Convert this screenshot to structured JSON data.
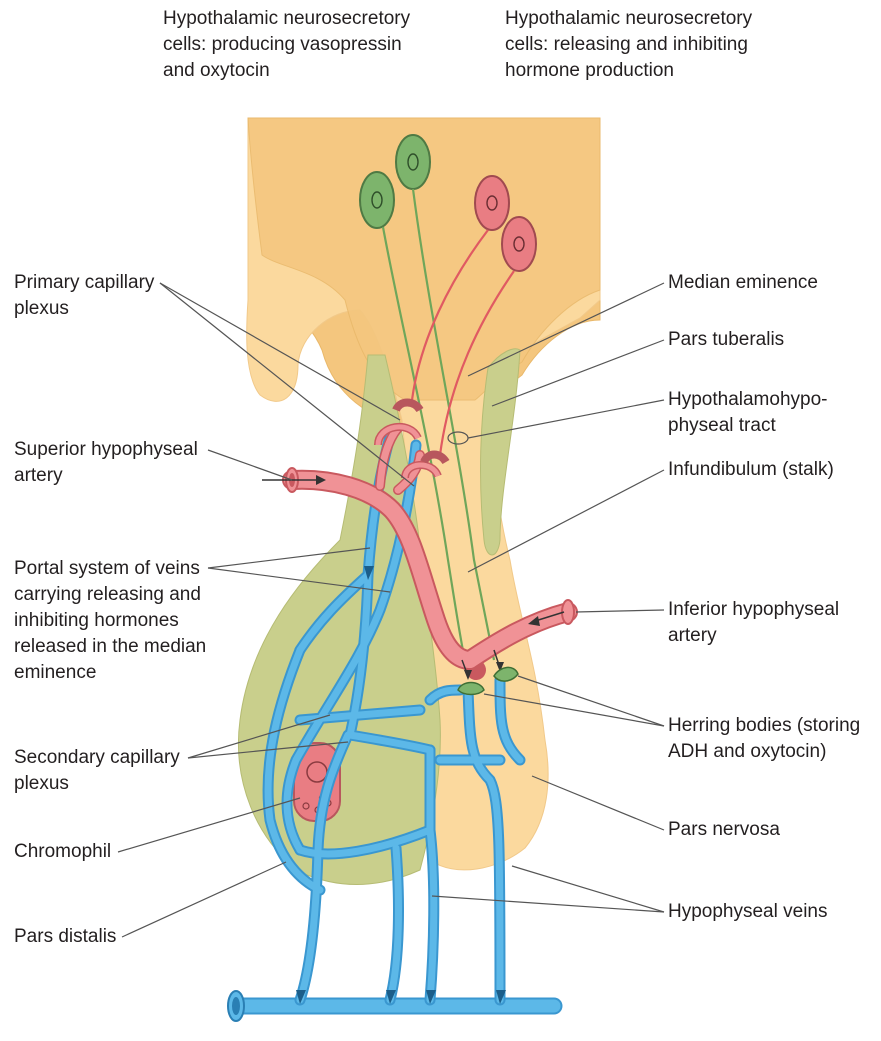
{
  "labels": {
    "vaso_cells": "Hypothalamic neurosecretory\ncells: producing vasopressin\nand oxytocin",
    "rh_cells": "Hypothalamic neurosecretory\ncells: releasing and inhibiting\nhormone production",
    "primary_plexus": "Primary capillary\nplexus",
    "superior_artery": "Superior hypophyseal\nartery",
    "portal_veins": "Portal system of veins\ncarrying releasing and\ninhibiting hormones\nreleased in the median\neminence",
    "secondary_plexus": "Secondary capillary\nplexus",
    "chromophil": "Chromophil",
    "pars_distalis": "Pars distalis",
    "median_eminence": "Median eminence",
    "pars_tuberalis": "Pars tuberalis",
    "hypothalamo_tract": "Hypothalamohypo-\nphyseal tract",
    "infundibulum": "Infundibulum (stalk)",
    "inferior_artery": "Inferior hypophyseal\nartery",
    "herring_bodies": "Herring bodies (storing\nADH and oxytocin)",
    "pars_nervosa": "Pars nervosa",
    "hypophyseal_veins": "Hypophyseal veins"
  },
  "colors": {
    "hypothalamus": "#f0b96b",
    "neurohypophysis": "#fbd99e",
    "adenohypophysis": "#c9cf8c",
    "artery": "#f09296",
    "vein": "#5cb8e8",
    "oxytocin_cell": "#7db46c",
    "releasing_cell": "#e97d83",
    "herring_body": "#6fb060"
  }
}
